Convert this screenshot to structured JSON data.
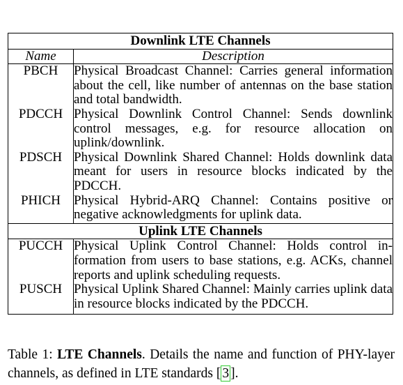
{
  "table": {
    "downlink_title": "Downlink LTE Channels",
    "uplink_title": "Uplink LTE Channels",
    "columns": {
      "name": "Name",
      "description": "Description"
    },
    "downlink": [
      {
        "name": "PBCH",
        "description": "Physical Broadcast Channel: Carries general infor­mation about the cell, like number of antennas on the base station and total bandwidth."
      },
      {
        "name": "PDCCH",
        "description": "Physical Downlink Control Channel: Sends down­link control messages, e.g. for resource allocation on uplink/downlink."
      },
      {
        "name": "PDSCH",
        "description": "Physical Downlink Shared Channel: Holds down­link data meant for users in resource blocks indi­cated by the PDCCH."
      },
      {
        "name": "PHICH",
        "description": "Physical Hybrid-ARQ Channel: Contains positive or negative acknowledgments for uplink data."
      }
    ],
    "uplink": [
      {
        "name": "PUCCH",
        "description": "Physical Uplink Control Channel: Holds control in­formation from users to base stations, e.g. ACKs, channel reports and uplink scheduling requests."
      },
      {
        "name": "PUSCH",
        "description": "Physical Uplink Shared Channel: Mainly carries uplink data in resource blocks indicated by the PD­CCH."
      }
    ]
  },
  "caption": {
    "prefix": "Table 1: ",
    "label": "LTE Channels",
    "text": ". Details the name and function of PHY-layer channels, as defined in LTE standards [",
    "citation": "3",
    "suffix": "]."
  },
  "colors": {
    "citation_box": "#33cc33"
  }
}
